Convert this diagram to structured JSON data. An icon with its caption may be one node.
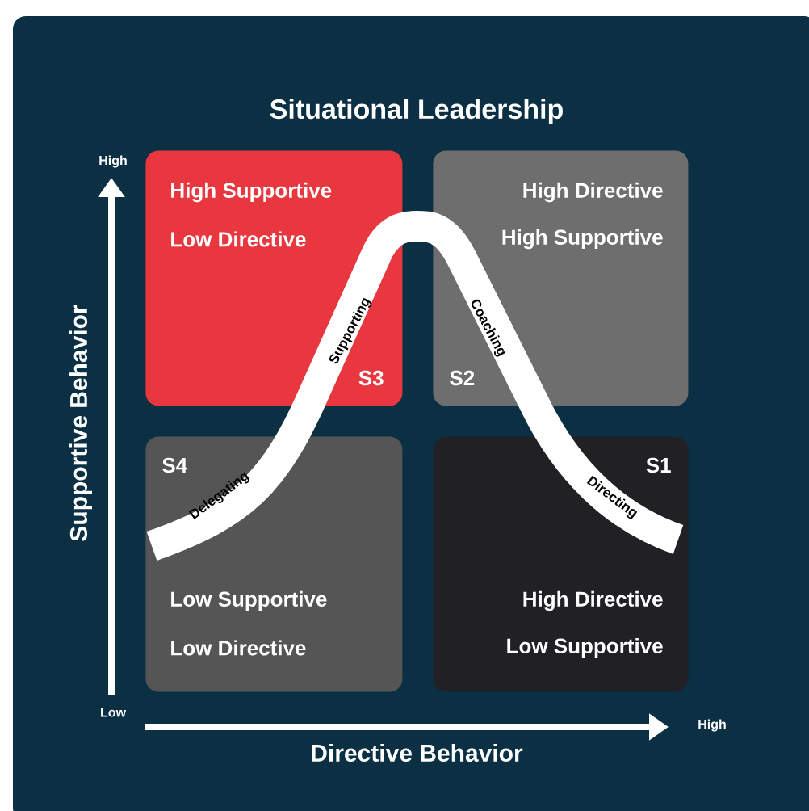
{
  "diagram": {
    "title": "Situational Leadership",
    "nodes": [
      {
        "text": [
          "High Supportive",
          "Low Directive",
          "S3"
        ]
      },
      {
        "text": [
          "High Directive",
          "High Supportive",
          "S2"
        ]
      },
      {
        "text": [
          "S4",
          "Low Supportive",
          "Low Directive"
        ]
      },
      {
        "text": [
          "S1",
          "High Directive",
          "Low Supportive"
        ]
      }
    ],
    "labels": [
      "High",
      "Supportive Behavior",
      "Supporting",
      "Coaching",
      "Delegating",
      "Directing",
      "Low",
      "High",
      "Directive Behavior"
    ]
  }
}
